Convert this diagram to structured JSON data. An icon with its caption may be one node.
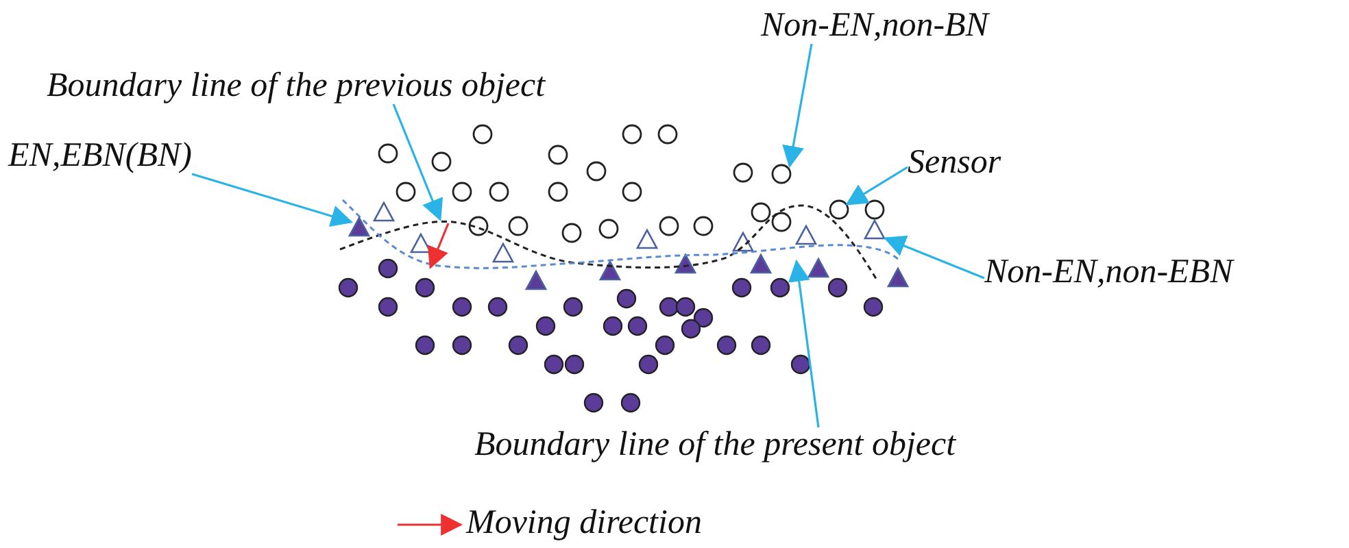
{
  "diagram": {
    "nodes": [
      {
        "text": [
          "Boundary line of the previous object"
        ]
      },
      {
        "text": [
          "Non-EN,non-BN"
        ]
      },
      {
        "text": [
          "EN,EBN(BN)"
        ]
      },
      {
        "text": [
          "Sensor"
        ]
      },
      {
        "text": [
          "Non-EN,non-EBN"
        ]
      },
      {
        "text": [
          "Boundary line of the present object"
        ]
      },
      {
        "text": [],
        "shape": "circle"
      },
      {
        "text": [],
        "shape": "triangle"
      },
      {
        "text": [],
        "shape": "circle"
      },
      {
        "text": [],
        "shape": "triangle"
      }
    ],
    "edges": [
      {
        "from": 0,
        "to": null,
        "arrow": "to"
      },
      {
        "from": 1,
        "to": 6,
        "arrow": "to"
      },
      {
        "from": 2,
        "to": 7,
        "arrow": "to"
      },
      {
        "from": 3,
        "to": 8,
        "arrow": "to"
      },
      {
        "from": 4,
        "to": 9,
        "arrow": "to"
      },
      {
        "from": 5,
        "to": null,
        "arrow": "to"
      }
    ],
    "legend": [
      {
        "text": "Moving direction"
      }
    ]
  }
}
